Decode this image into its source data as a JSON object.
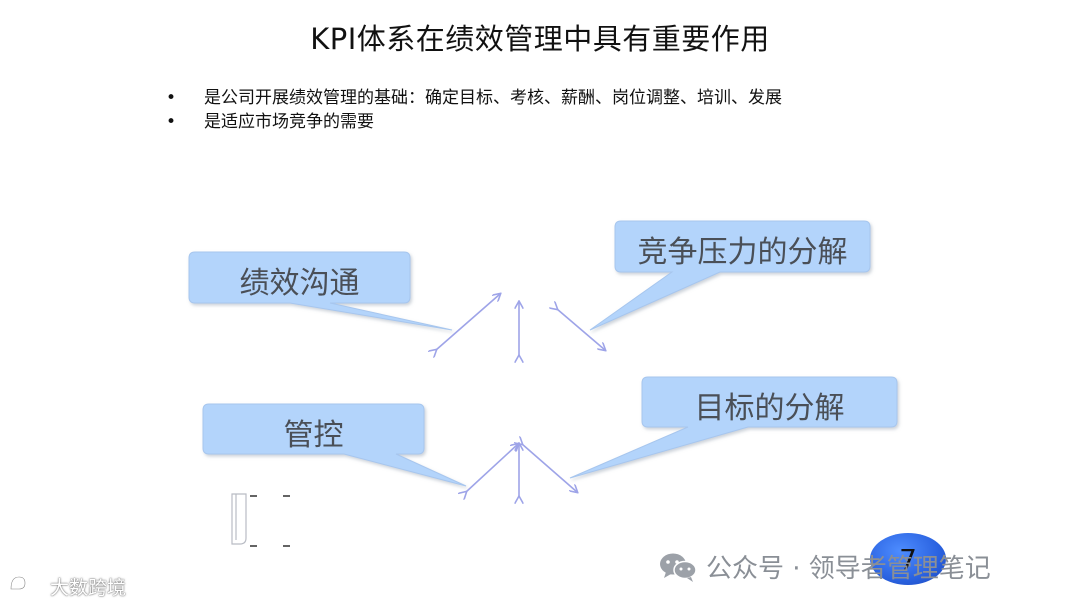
{
  "title": "KPI体系在绩效管理中具有重要作用",
  "bullets": [
    "是公司开展绩效管理的基础：确定目标、考核、薪酬、岗位调整、培训、发展",
    "是适应市场竞争的需要"
  ],
  "callouts": {
    "communication": "绩效沟通",
    "pressure": "竞争压力的分解",
    "control": "管控",
    "goals": "目标的分解"
  },
  "page_number": "7",
  "watermark": "公众号 · 领导者管理笔记",
  "corner_logo": "大数跨境",
  "colors": {
    "callout_fill": "#b3d4fb",
    "arrow": "#9ea4e8",
    "page_badge": "#2a62e0"
  }
}
